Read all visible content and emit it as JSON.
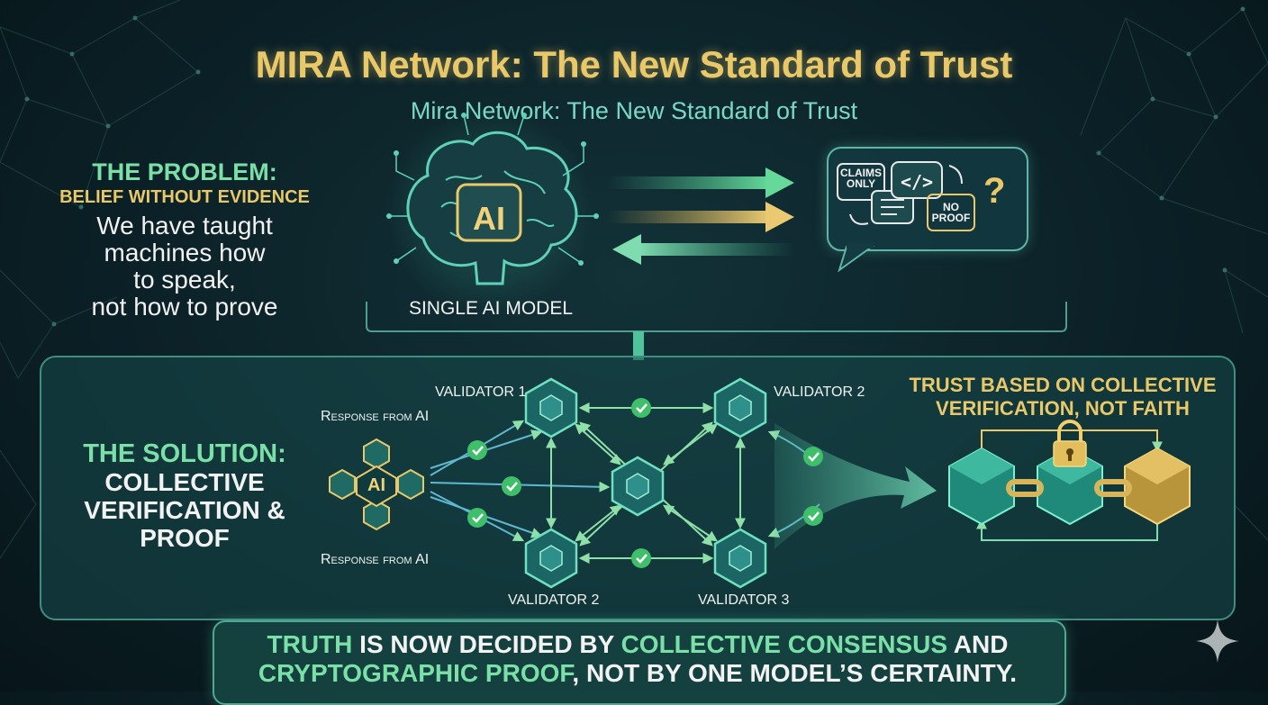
{
  "title": "MIRA Network: The New Standard of Trust",
  "subtitle": "Mira Network: The New Standard of Trust",
  "problem": {
    "heading": "THE PROBLEM:",
    "subheading": "BELIEF WITHOUT EVIDENCE",
    "body_lines": [
      "We have taught",
      "machines how",
      "to speak,",
      "not how to prove"
    ],
    "model_chip": "AI",
    "model_label": "SINGLE AI MODEL",
    "bubble": {
      "claims": [
        "CLAIMS",
        "ONLY"
      ],
      "code": "</>",
      "no_proof": [
        "NO",
        "PROOF"
      ],
      "question": "?"
    }
  },
  "solution": {
    "heading": "THE SOLUTION:",
    "body_lines": [
      "COLLECTIVE",
      "VERIFICATION &",
      "PROOF"
    ],
    "response_top": "Response from AI",
    "response_bottom": "Response from AI",
    "hub_label": "AI",
    "validators": {
      "top_left": "VALIDATOR 1",
      "top_right": "VALIDATOR 2",
      "bottom_left": "VALIDATOR 2",
      "bottom_right": "VALIDATOR 3"
    },
    "trust_lines": [
      "TRUST BASED ON COLLECTIVE",
      "VERIFICATION, NOT FAITH"
    ]
  },
  "conclusion": {
    "line1": [
      {
        "text": "TRUTH",
        "accent": true
      },
      {
        "text": " IS NOW DECIDED BY ",
        "accent": false
      },
      {
        "text": "COLLECTIVE CONSENSUS",
        "accent": true
      },
      {
        "text": " AND",
        "accent": false
      }
    ],
    "line2": [
      {
        "text": "CRYPTOGRAPHIC PROOF",
        "accent": true
      },
      {
        "text": ", NOT BY ONE MODEL’S CERTAINTY.",
        "accent": false
      }
    ]
  },
  "colors": {
    "gold": "#e9c869",
    "green": "#7ae0a8",
    "teal": "#7ad8c5",
    "panel_border": "#3f8f80"
  },
  "icons": [
    "brain-circuit-icon",
    "speech-bubble-icon",
    "code-icon",
    "hexagon-cube-icon",
    "check-circle-icon",
    "padlock-icon",
    "blockchain-cube-icon",
    "sparkle-icon"
  ]
}
